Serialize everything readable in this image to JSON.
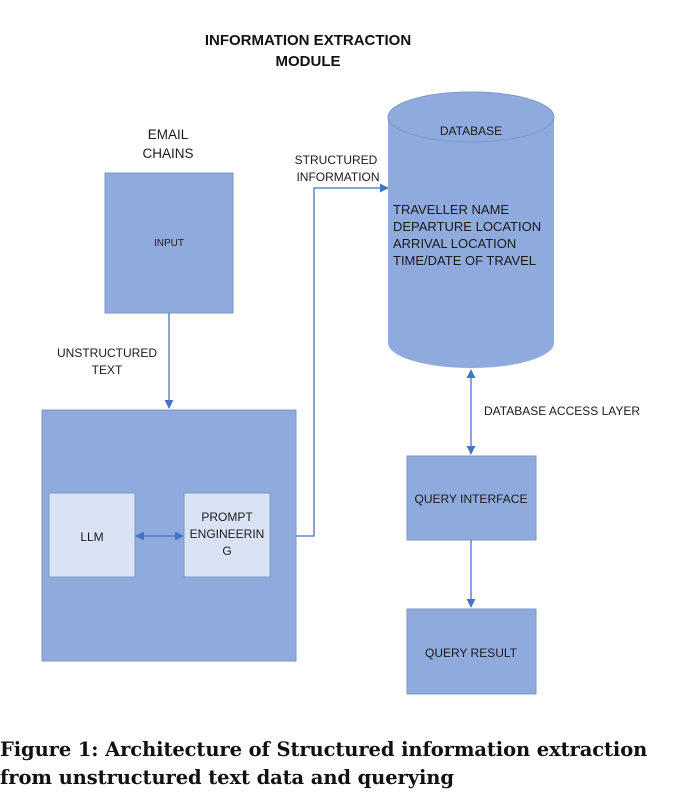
{
  "title": {
    "line1": "INFORMATION EXTRACTION",
    "line2": "MODULE"
  },
  "email_chains": {
    "line1": "EMAIL",
    "line2": "CHAINS"
  },
  "input_box": {
    "label": "INPUT"
  },
  "unstructured_text": {
    "line1": "UNSTRUCTURED",
    "line2": "TEXT"
  },
  "llm_box": {
    "label": "LLM"
  },
  "prompt_box": {
    "line1": "PROMPT",
    "line2": "ENGINEERIN",
    "line3": "G"
  },
  "structured_information": {
    "line1": "STRUCTURED",
    "line2": "INFORMATION"
  },
  "database": {
    "label": "DATABASE",
    "fields": [
      "TRAVELLER NAME",
      "DEPARTURE LOCATION",
      "ARRIVAL LOCATION",
      "TIME/DATE OF TRAVEL"
    ]
  },
  "database_access_layer": {
    "label": "DATABASE ACCESS LAYER"
  },
  "query_interface": {
    "label": "QUERY INTERFACE"
  },
  "query_result": {
    "label": "QUERY RESULT"
  },
  "caption": {
    "line1": "Figure 1: Architecture of Structured information extraction",
    "line2": "from unstructured text data and querying"
  },
  "colors": {
    "box_fill": "#8faadc",
    "box_stroke": "#7f97c8",
    "inner_fill": "#dae3f3",
    "arrow": "#4472c4",
    "text": "#1a1a1a"
  }
}
